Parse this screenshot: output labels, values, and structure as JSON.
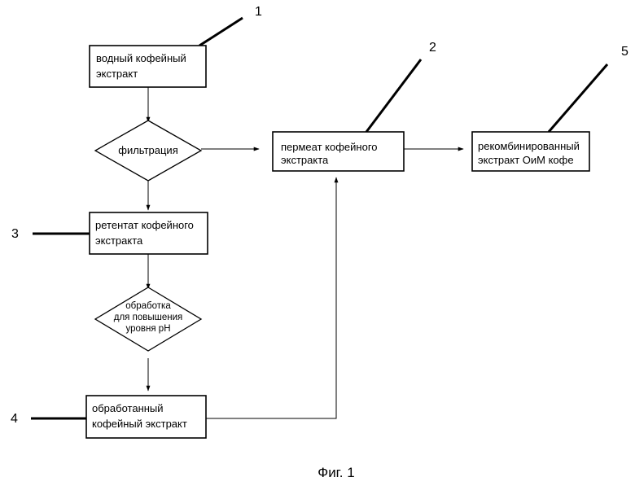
{
  "boxes": {
    "extract": [
      "водный кофейный",
      "экстракт"
    ],
    "permeate": [
      "пермеат кофейного",
      "экстракта"
    ],
    "recombined": [
      "рекомбинированный",
      "экстракт ОиМ кофе"
    ],
    "retentate": [
      "ретентат кофейного",
      "экстракта"
    ],
    "treated": [
      "обработанный",
      "кофейный экстракт"
    ]
  },
  "decisions": {
    "filtration": [
      "фильтрация"
    ],
    "ph_treatment": [
      "обработка",
      "для повышения",
      "уровня pH"
    ]
  },
  "labels": {
    "n1": "1",
    "n2": "2",
    "n3": "3",
    "n4": "4",
    "n5": "5"
  },
  "caption": "Фиг. 1"
}
